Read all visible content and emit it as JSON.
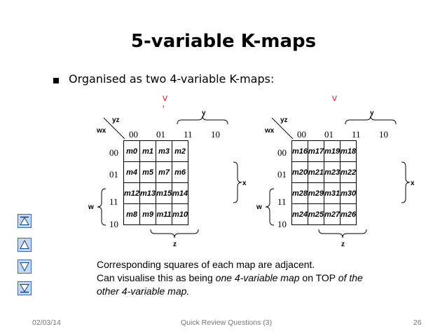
{
  "title": "5-variable K-maps",
  "bullet": "Organised as two 4-variable K-maps:",
  "map_left": {
    "label": "v '",
    "corner_top": "yz",
    "corner_left": "wx",
    "col_headers": [
      "00",
      "01",
      "11",
      "10"
    ],
    "row_headers": [
      "00",
      "01",
      "11",
      "10"
    ],
    "cells": [
      [
        "m0",
        "m1",
        "m3",
        "m2"
      ],
      [
        "m4",
        "m5",
        "m7",
        "m6"
      ],
      [
        "m12",
        "m13",
        "m15",
        "m14"
      ],
      [
        "m8",
        "m9",
        "m11",
        "m10"
      ]
    ],
    "y_label": "y",
    "x_label": "x",
    "w_label": "w",
    "z_label": "z"
  },
  "map_right": {
    "label": "v",
    "corner_top": "yz",
    "corner_left": "wx",
    "col_headers": [
      "00",
      "01",
      "11",
      "10"
    ],
    "row_headers": [
      "00",
      "01",
      "11",
      "10"
    ],
    "cells": [
      [
        "m16",
        "m17",
        "m19",
        "m18"
      ],
      [
        "m20",
        "m21",
        "m23",
        "m22"
      ],
      [
        "m28",
        "m29",
        "m31",
        "m30"
      ],
      [
        "m24",
        "m25",
        "m27",
        "m26"
      ]
    ],
    "y_label": "y",
    "x_label": "x",
    "w_label": "w",
    "z_label": "z"
  },
  "body": {
    "line1": "Corresponding squares of each map are adjacent.",
    "line2_a": "Can visualise this as being ",
    "line2_b": "one 4-variable map",
    "line2_c": " on TOP ",
    "line2_d": "of the",
    "line3": "other 4-variable map."
  },
  "footer": {
    "date": "02/03/14",
    "center": "Quick Review Questions (3)",
    "page": "26"
  },
  "nav_buttons": [
    "first-icon",
    "up-icon",
    "down-icon",
    "last-icon"
  ]
}
